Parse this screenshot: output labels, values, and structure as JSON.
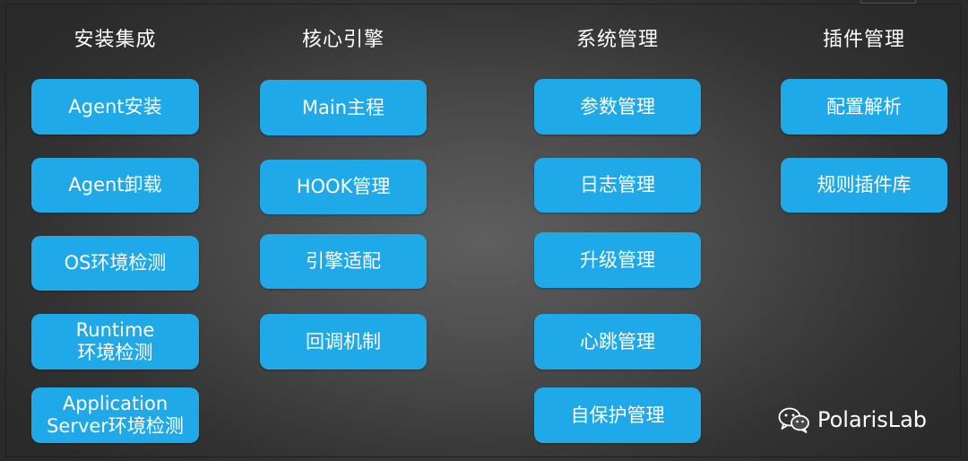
{
  "columns": [
    {
      "title": "安装集成",
      "items": [
        {
          "lines": [
            "Agent安装"
          ]
        },
        {
          "lines": [
            "Agent卸载"
          ]
        },
        {
          "lines": [
            "OS环境检测"
          ]
        },
        {
          "lines": [
            "Runtime",
            "环境检测"
          ]
        },
        {
          "lines": [
            "Application",
            "Server环境检测"
          ]
        }
      ]
    },
    {
      "title": "核心引擎",
      "items": [
        {
          "lines": [
            "Main主程"
          ]
        },
        {
          "lines": [
            "HOOK管理"
          ]
        },
        {
          "lines": [
            "引擎适配"
          ]
        },
        {
          "lines": [
            "回调机制"
          ]
        }
      ]
    },
    {
      "title": "系统管理",
      "items": [
        {
          "lines": [
            "参数管理"
          ]
        },
        {
          "lines": [
            "日志管理"
          ]
        },
        {
          "lines": [
            "升级管理"
          ]
        },
        {
          "lines": [
            "心跳管理"
          ]
        },
        {
          "lines": [
            "自保护管理"
          ]
        }
      ]
    },
    {
      "title": "插件管理",
      "items": [
        {
          "lines": [
            "配置解析"
          ]
        },
        {
          "lines": [
            "规则插件库"
          ]
        }
      ]
    }
  ],
  "watermark": {
    "icon": "wechat-icon",
    "text": "PolarisLab"
  },
  "colors": {
    "box": "#1fa9e9",
    "text": "#ffffff",
    "background": "#4a4a4a"
  }
}
